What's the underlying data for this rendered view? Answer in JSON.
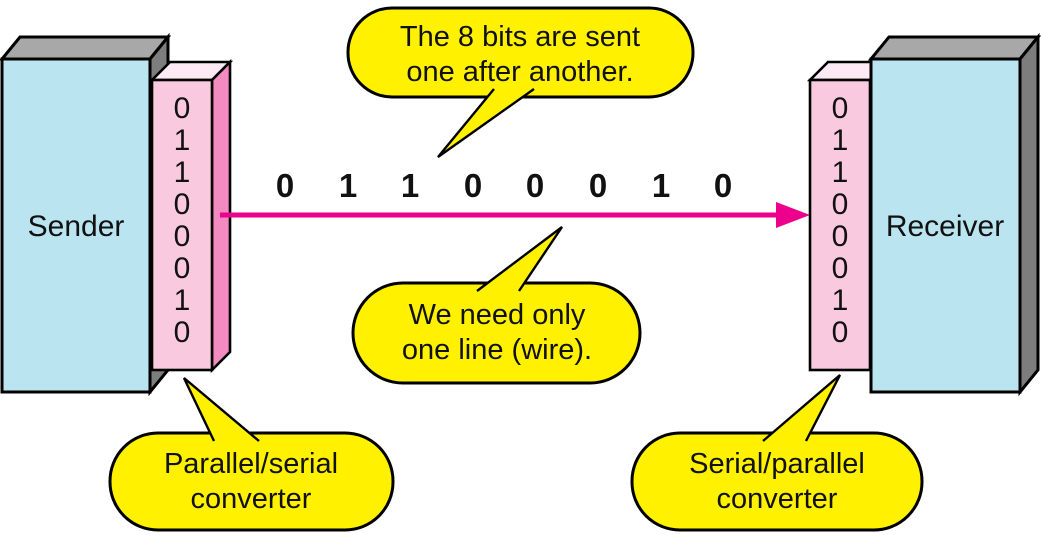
{
  "figure": {
    "sender": {
      "label": "Sender"
    },
    "receiver": {
      "label": "Receiver"
    },
    "sender_converter": {
      "bits": [
        "0",
        "1",
        "1",
        "0",
        "0",
        "0",
        "1",
        "0"
      ]
    },
    "receiver_converter": {
      "bits": [
        "0",
        "1",
        "1",
        "0",
        "0",
        "0",
        "1",
        "0"
      ]
    },
    "wire": {
      "bits": [
        "0",
        "1",
        "1",
        "0",
        "0",
        "0",
        "1",
        "0"
      ]
    },
    "callouts": {
      "bits_sent": {
        "line1": "The 8 bits are sent",
        "line2": "one after another."
      },
      "one_line": {
        "line1": "We need only",
        "line2": "one line (wire)."
      },
      "parallel_serial": {
        "line1": "Parallel/serial",
        "line2": "converter"
      },
      "serial_parallel": {
        "line1": "Serial/parallel",
        "line2": "converter"
      }
    },
    "colors": {
      "device_front": "#b9e4f0",
      "device_top": "#a8a8a8",
      "device_side": "#7d7d7d",
      "converter_front": "#f9c9df",
      "converter_top": "#fdeaf4",
      "converter_side": "#f38ac0",
      "signal": "#ec008c",
      "callout_fill": "#fff100"
    }
  }
}
